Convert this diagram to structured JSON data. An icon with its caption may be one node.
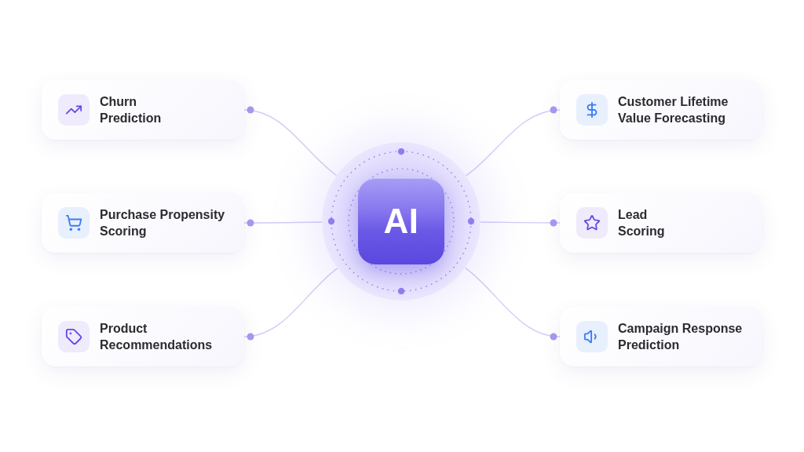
{
  "diagram": {
    "nodes": [
      {
        "text": [
          "Churn Prediction"
        ]
      },
      {
        "text": [
          "Customer Lifetime Value Forecasting"
        ]
      },
      {
        "text": [
          "Purchase Propensity Scoring"
        ]
      },
      {
        "text": [
          "AI"
        ]
      },
      {
        "text": [
          "Lead Scoring"
        ]
      },
      {
        "text": [
          "Product Recommendations"
        ]
      },
      {
        "text": [
          "Campaign Response Prediction"
        ]
      }
    ],
    "edges": [
      {
        "from": 3,
        "to": 0,
        "arrow": "other"
      },
      {
        "from": 3,
        "to": 1,
        "arrow": "other"
      },
      {
        "from": 3,
        "to": 2,
        "arrow": "other"
      },
      {
        "from": 3,
        "to": 4,
        "arrow": "other"
      },
      {
        "from": 3,
        "to": 5,
        "arrow": "other"
      },
      {
        "from": 3,
        "to": 6,
        "arrow": "other"
      }
    ]
  }
}
